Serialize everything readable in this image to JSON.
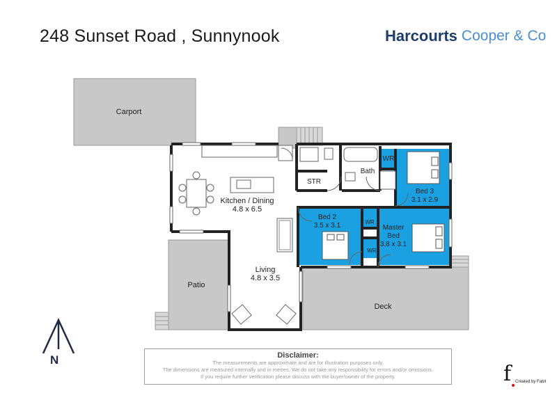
{
  "header": {
    "address": "248 Sunset Road , Sunnynook"
  },
  "brand": {
    "name": "Harcourts",
    "office": "Cooper & Co"
  },
  "rooms": {
    "carport": {
      "name": "Carport"
    },
    "kitchen": {
      "name": "Kitchen / Dining",
      "size": "4.8 x 6.5"
    },
    "str": {
      "name": "STR"
    },
    "bath": {
      "name": "Bath"
    },
    "wr_bed3": {
      "name": "WR"
    },
    "bed3": {
      "name": "Bed 3",
      "size": "3.1 x 2.9"
    },
    "bed2": {
      "name": "Bed 2",
      "size": "3.5 x 3.1"
    },
    "wr_bed2": {
      "name": "WR"
    },
    "master": {
      "name": "Master",
      "name2": "Bed",
      "size": "3.8 x 3.1"
    },
    "wr_master": {
      "name": "WR"
    },
    "living": {
      "name": "Living",
      "size": "4.8 x 3.5"
    },
    "patio": {
      "name": "Patio"
    },
    "deck": {
      "name": "Deck"
    }
  },
  "compass": {
    "label": "N"
  },
  "disclaimer": {
    "title": "Disclaimer:",
    "line1": "The measurements are approximate and are for illustration purposes only.",
    "line2": "The dimensions are measured internally and in metres. We do not take any responsibility for errors and/or omissions.",
    "line3": "If you require further verification please discuss with the buyer/owner of the property."
  },
  "credit": {
    "letter": "f",
    "text": "Created by Fabit"
  },
  "colors": {
    "bedroom": "#1ba1e2",
    "outdoor": "#c8c8c8",
    "wall": "#222222",
    "brand_dark": "#1f3d6b",
    "brand_light": "#4a8fd0"
  }
}
